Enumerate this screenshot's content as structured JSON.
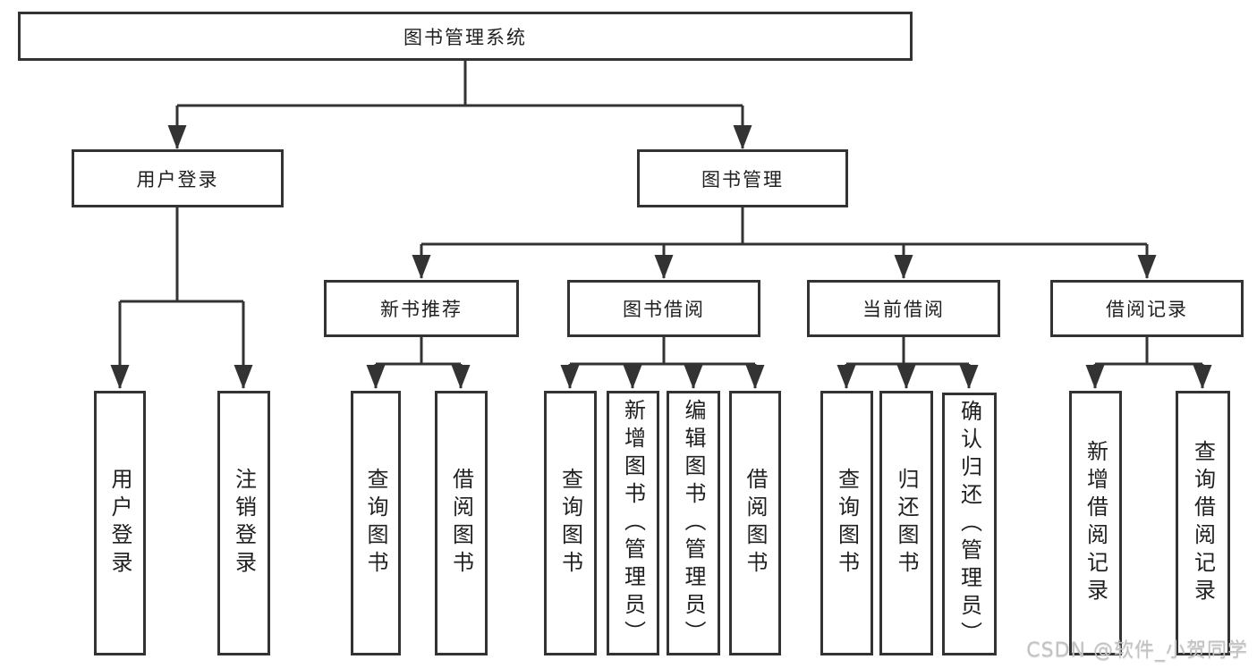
{
  "tree": {
    "root": {
      "label": "图书管理系统",
      "children": [
        {
          "label": "用户登录",
          "children": [
            {
              "label": "用户登录"
            },
            {
              "label": "注销登录"
            }
          ]
        },
        {
          "label": "图书管理",
          "children": [
            {
              "label": "新书推荐",
              "children": [
                {
                  "label": "查询图书"
                },
                {
                  "label": "借阅图书"
                }
              ]
            },
            {
              "label": "图书借阅",
              "children": [
                {
                  "label": "查询图书"
                },
                {
                  "label": "新增图书（管理员）"
                },
                {
                  "label": "编辑图书（管理员）"
                },
                {
                  "label": "借阅图书"
                }
              ]
            },
            {
              "label": "当前借阅",
              "children": [
                {
                  "label": "查询图书"
                },
                {
                  "label": "归还图书"
                },
                {
                  "label": "确认归还（管理员）"
                }
              ]
            },
            {
              "label": "借阅记录",
              "children": [
                {
                  "label": "新增借阅记录"
                },
                {
                  "label": "查询借阅记录"
                }
              ]
            }
          ]
        }
      ]
    }
  },
  "watermark": "CSDN @软件_小贺同学",
  "colors": {
    "line": "#333333",
    "box_border": "#333333",
    "text": "#1f1f1f",
    "watermark": "#c2c2c2",
    "background": "#ffffff"
  }
}
